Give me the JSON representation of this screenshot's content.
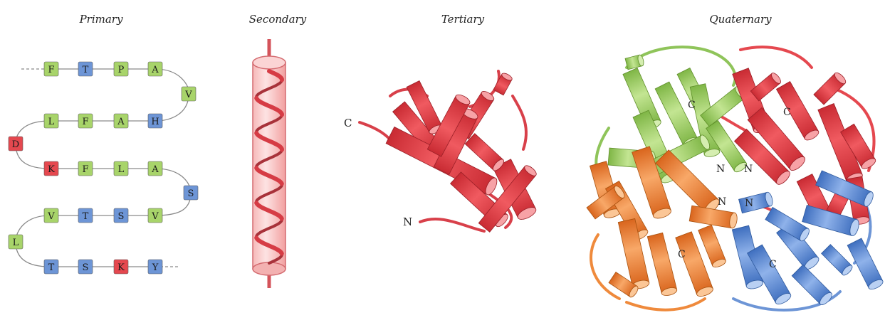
{
  "titles": {
    "primary": "Primary",
    "secondary": "Secondary",
    "tertiary": "Tertiary",
    "quaternary": "Quaternary"
  },
  "colors": {
    "green": "#a8d46a",
    "blue": "#6d95d6",
    "red": "#e5484f",
    "orange": "#ef8a3c",
    "connector": "#888888"
  },
  "primary": {
    "row1": [
      {
        "letter": "F",
        "color": "green"
      },
      {
        "letter": "T",
        "color": "blue"
      },
      {
        "letter": "P",
        "color": "green"
      },
      {
        "letter": "A",
        "color": "green"
      }
    ],
    "turn1": [
      {
        "letter": "V",
        "color": "green"
      }
    ],
    "row2": [
      {
        "letter": "L",
        "color": "green"
      },
      {
        "letter": "F",
        "color": "green"
      },
      {
        "letter": "A",
        "color": "green"
      },
      {
        "letter": "H",
        "color": "blue"
      }
    ],
    "turn2": [
      {
        "letter": "D",
        "color": "red"
      }
    ],
    "row3": [
      {
        "letter": "K",
        "color": "red"
      },
      {
        "letter": "F",
        "color": "green"
      },
      {
        "letter": "L",
        "color": "green"
      },
      {
        "letter": "A",
        "color": "green"
      }
    ],
    "turn3": [
      {
        "letter": "S",
        "color": "blue"
      }
    ],
    "row4": [
      {
        "letter": "V",
        "color": "green"
      },
      {
        "letter": "T",
        "color": "blue"
      },
      {
        "letter": "S",
        "color": "blue"
      },
      {
        "letter": "V",
        "color": "green"
      }
    ],
    "turn4": [
      {
        "letter": "L",
        "color": "green"
      }
    ],
    "row5": [
      {
        "letter": "T",
        "color": "blue"
      },
      {
        "letter": "S",
        "color": "blue"
      },
      {
        "letter": "K",
        "color": "red"
      },
      {
        "letter": "Y",
        "color": "blue"
      }
    ]
  },
  "tertiary": {
    "c_label": "C",
    "n_label": "N"
  },
  "quaternary": {
    "labels": [
      {
        "text": "C",
        "id": "c-top-left"
      },
      {
        "text": "C",
        "id": "c-top-right"
      },
      {
        "text": "N",
        "id": "n-center-1"
      },
      {
        "text": "N",
        "id": "n-center-2"
      },
      {
        "text": "N",
        "id": "n-center-3"
      },
      {
        "text": "N",
        "id": "n-center-4"
      },
      {
        "text": "C",
        "id": "c-bottom-left"
      },
      {
        "text": "C",
        "id": "c-bottom-right"
      }
    ]
  }
}
